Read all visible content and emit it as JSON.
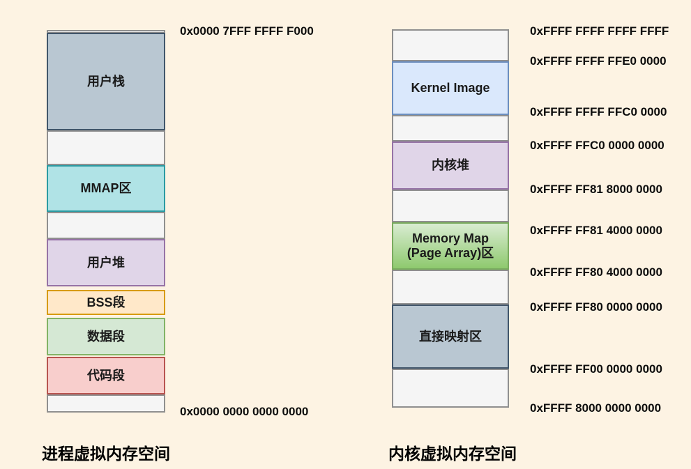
{
  "colors": {
    "page_background": "#fdf3e3",
    "gap_fill": "#f5f5f5",
    "gap_border": "#8f8f8f",
    "stack_fill": "#b9c7d2",
    "stack_border": "#41566b",
    "mmap_fill": "#b0e3e6",
    "mmap_border": "#2b9ba3",
    "heap_fill": "#e0d5e8",
    "heap_border": "#9673a6",
    "bss_fill": "#ffe8c9",
    "bss_border": "#d79b00",
    "data_fill": "#d5e8d4",
    "data_border": "#82b366",
    "code_fill": "#f8cecc",
    "code_border": "#b85450",
    "kernel_image_fill": "#dae8fc",
    "kernel_image_border": "#6c8ebf",
    "memmap_gradient_top": "#d9ecd2",
    "memmap_gradient_bottom": "#8ec96e"
  },
  "left_diagram": {
    "title": "进程虚拟内存空间",
    "top_address": "0x0000 7FFF FFFF F000",
    "bottom_address": "0x0000 0000 0000 0000",
    "segments": [
      {
        "label": "",
        "kind": "gap"
      },
      {
        "label": "用户栈",
        "kind": "bluegray"
      },
      {
        "label": "",
        "kind": "gap"
      },
      {
        "label": "MMAP区",
        "kind": "teal"
      },
      {
        "label": "",
        "kind": "gap"
      },
      {
        "label": "用户堆",
        "kind": "purple"
      },
      {
        "label": "BSS段",
        "kind": "orange"
      },
      {
        "label": "数据段",
        "kind": "green"
      },
      {
        "label": "代码段",
        "kind": "red"
      },
      {
        "label": "",
        "kind": "gap"
      }
    ]
  },
  "right_diagram": {
    "title": "内核虚拟内存空间",
    "segments": [
      {
        "label": "",
        "kind": "gap"
      },
      {
        "label": "Kernel Image",
        "kind": "blue"
      },
      {
        "label": "",
        "kind": "gap"
      },
      {
        "label": "内核堆",
        "kind": "purple"
      },
      {
        "label": "",
        "kind": "gap"
      },
      {
        "label": "Memory Map\n(Page Array)区",
        "kind": "greengrad"
      },
      {
        "label": "",
        "kind": "gap"
      },
      {
        "label": "直接映射区",
        "kind": "bluegray"
      },
      {
        "label": "",
        "kind": "gap"
      }
    ],
    "addresses": [
      "0xFFFF FFFF FFFF FFFF",
      "0xFFFF FFFF FFE0 0000",
      "0xFFFF FFFF FFC0 0000",
      "0xFFFF FFC0 0000 0000",
      "0xFFFF FF81 8000 0000",
      "0xFFFF FF81 4000 0000",
      "0xFFFF FF80 4000 0000",
      "0xFFFF FF80 0000 0000",
      "0xFFFF FF00 0000 0000",
      "0xFFFF 8000 0000 0000"
    ]
  }
}
